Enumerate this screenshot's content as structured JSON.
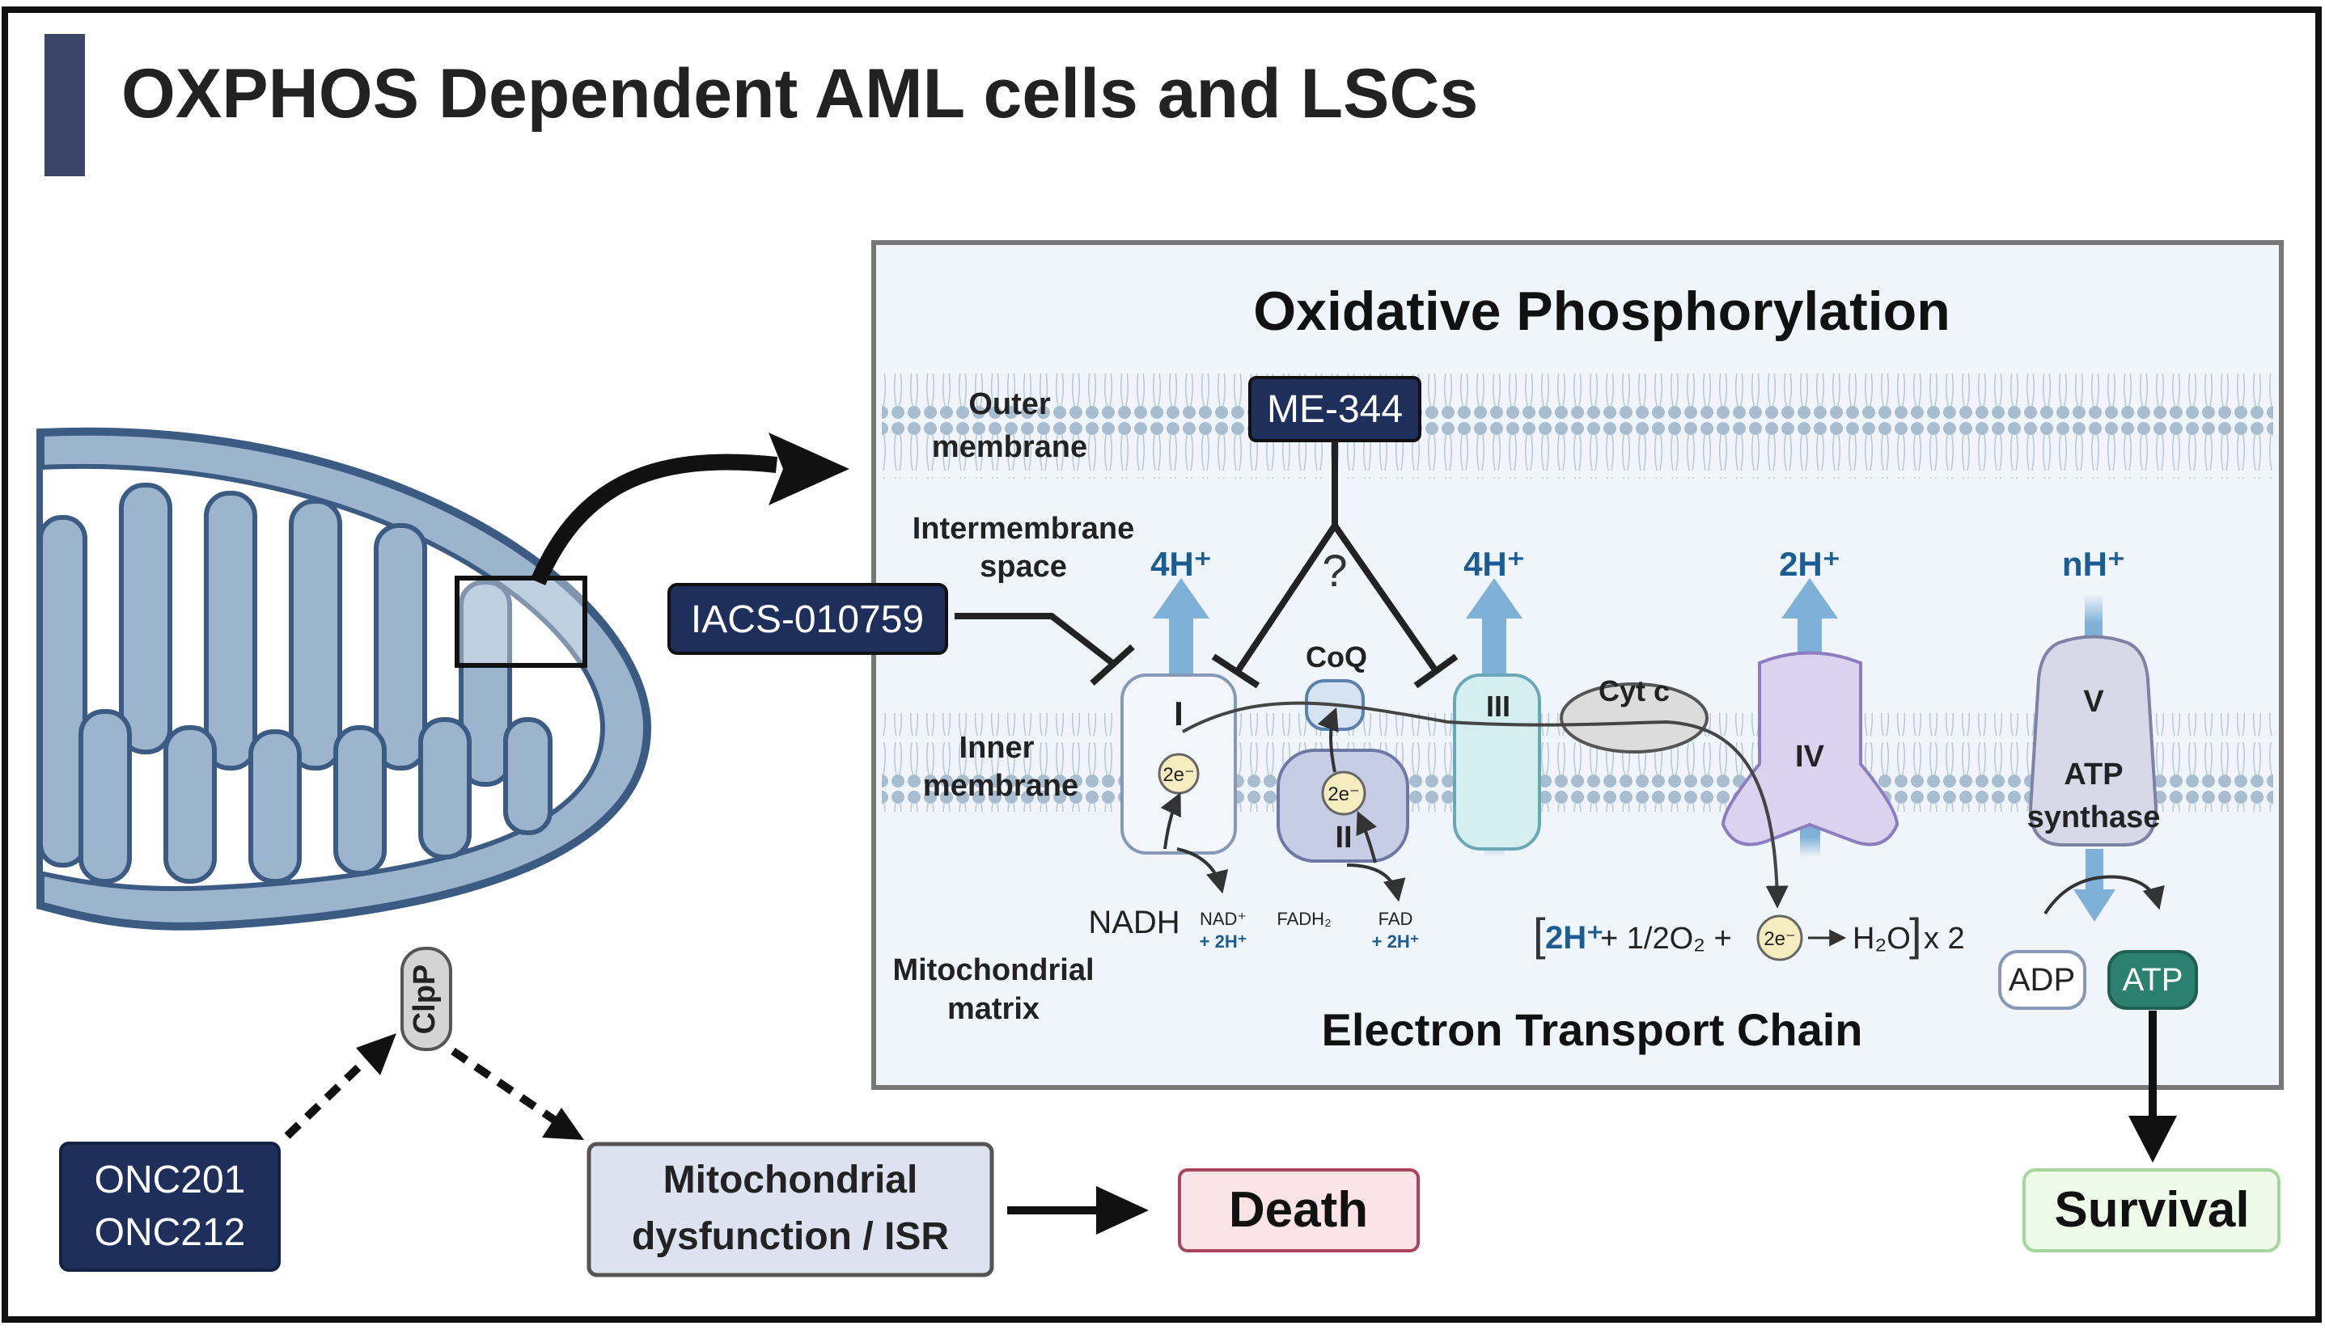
{
  "title": "OXPHOS Dependent AML cells and LSCs",
  "panel": {
    "title": "Oxidative Phosphorylation",
    "footer": "Electron Transport Chain"
  },
  "labels": {
    "outer_membrane": [
      "Outer",
      "membrane"
    ],
    "intermembrane_space": [
      "Intermembrane",
      "space"
    ],
    "inner_membrane": [
      "Inner",
      "membrane"
    ],
    "mitochondrial_matrix": [
      "Mitochondrial",
      "matrix"
    ]
  },
  "complexes": {
    "c1": "I",
    "c2": "II",
    "c3": "III",
    "c4": "IV",
    "c5": [
      "V",
      "ATP",
      "synthase"
    ],
    "coq": "CoQ",
    "cytc": "Cyt c",
    "electron": "2e⁻"
  },
  "protons": {
    "c1": "4H⁺",
    "c3": "4H⁺",
    "c4": "2H⁺",
    "c5": "nH⁺"
  },
  "substrates": {
    "nadh": "NADH",
    "nad_line1": "NAD⁺",
    "nad_line2": "+ 2H⁺",
    "fadh2": "FADH₂",
    "fad_line1": "FAD",
    "fad_line2": "+ 2H⁺"
  },
  "equation": {
    "lead": "2H⁺",
    "mid": " + 1/2O₂ + ",
    "electron": "2e⁻",
    "tail": "H₂O",
    "mult": "x 2"
  },
  "inhibitors": {
    "me344": "ME-344",
    "iacs": "IACS-010759",
    "question": "?",
    "onc": [
      "ONC201",
      "ONC212"
    ]
  },
  "clpp": "ClpP",
  "outcomes": {
    "dysfunction": [
      "Mitochondrial",
      "dysfunction / ISR"
    ],
    "death": "Death",
    "survival": "Survival",
    "adp": "ADP",
    "atp": "ATP"
  },
  "colors": {
    "navy": "#1f2f5c",
    "proton_blue": "#1b5d92",
    "arrow_blue": "#7fb0d8",
    "membrane_dot": "#a9bdd1",
    "panel_bg": "#eff5fa",
    "mito_fill": "#9db4cf",
    "mito_stroke": "#3c5b83",
    "death_bg": "#fbe3e8",
    "death_border": "#a8455b",
    "survival_bg": "#eefbe8",
    "survival_border": "#a5d69c",
    "atp_green": "#2b8070",
    "complex_iv_fill": "#d9d3ef",
    "complex_iii_fill": "#d5eef0"
  }
}
